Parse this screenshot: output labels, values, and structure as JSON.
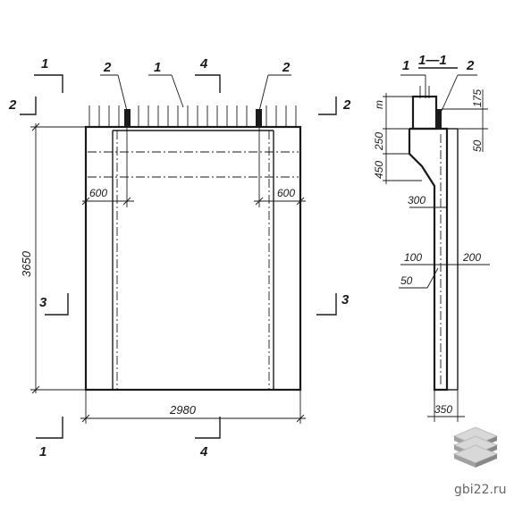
{
  "elevation": {
    "dim_height": "3650",
    "dim_width": "2980",
    "dim_left_offset": "600",
    "dim_right_offset": "600",
    "callouts": [
      "2",
      "1",
      "2"
    ],
    "sections": [
      "1",
      "4",
      "2",
      "2",
      "3",
      "3",
      "1",
      "4"
    ]
  },
  "section_1_1": {
    "title": "1—1",
    "callouts": [
      "1",
      "2"
    ],
    "dims": [
      "175",
      "m",
      "250",
      "450",
      "50",
      "300",
      "100",
      "200",
      "50",
      "350"
    ]
  },
  "watermark": {
    "site": "gbi22.ru",
    "logo": "stacked-slabs-logo"
  }
}
